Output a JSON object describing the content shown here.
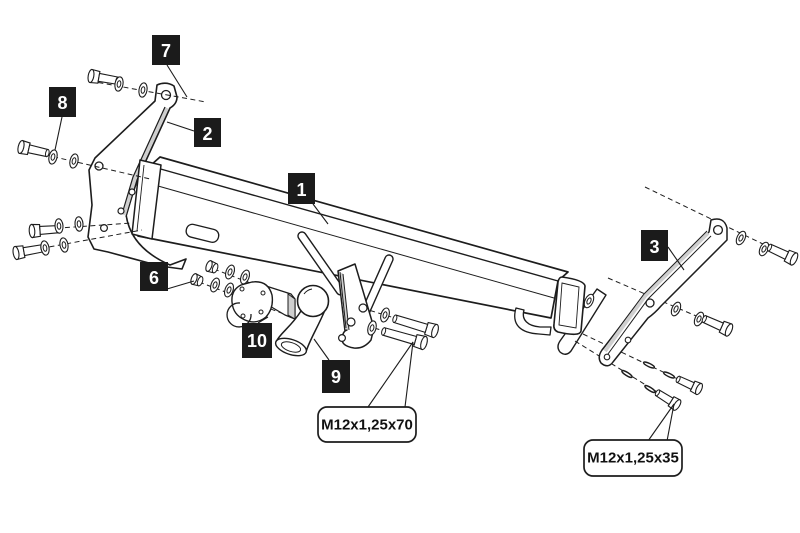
{
  "figure": {
    "type": "exploded-assembly-drawing",
    "subject": "towbar-hitch-kit",
    "background": "#ffffff",
    "line_color": "#1d1d1d",
    "label_box_color": "#1b1b1b",
    "label_text_color": "#ffffff",
    "shade_color": "#cfcfcf",
    "labels": {
      "n1": "1",
      "n2": "2",
      "n3": "3",
      "n6": "6",
      "n7": "7",
      "n8": "8",
      "n9": "9",
      "n10": "10"
    },
    "callouts": {
      "long_bolt": "M12x1,25x70",
      "short_bolt": "M12x1,25x35"
    }
  }
}
